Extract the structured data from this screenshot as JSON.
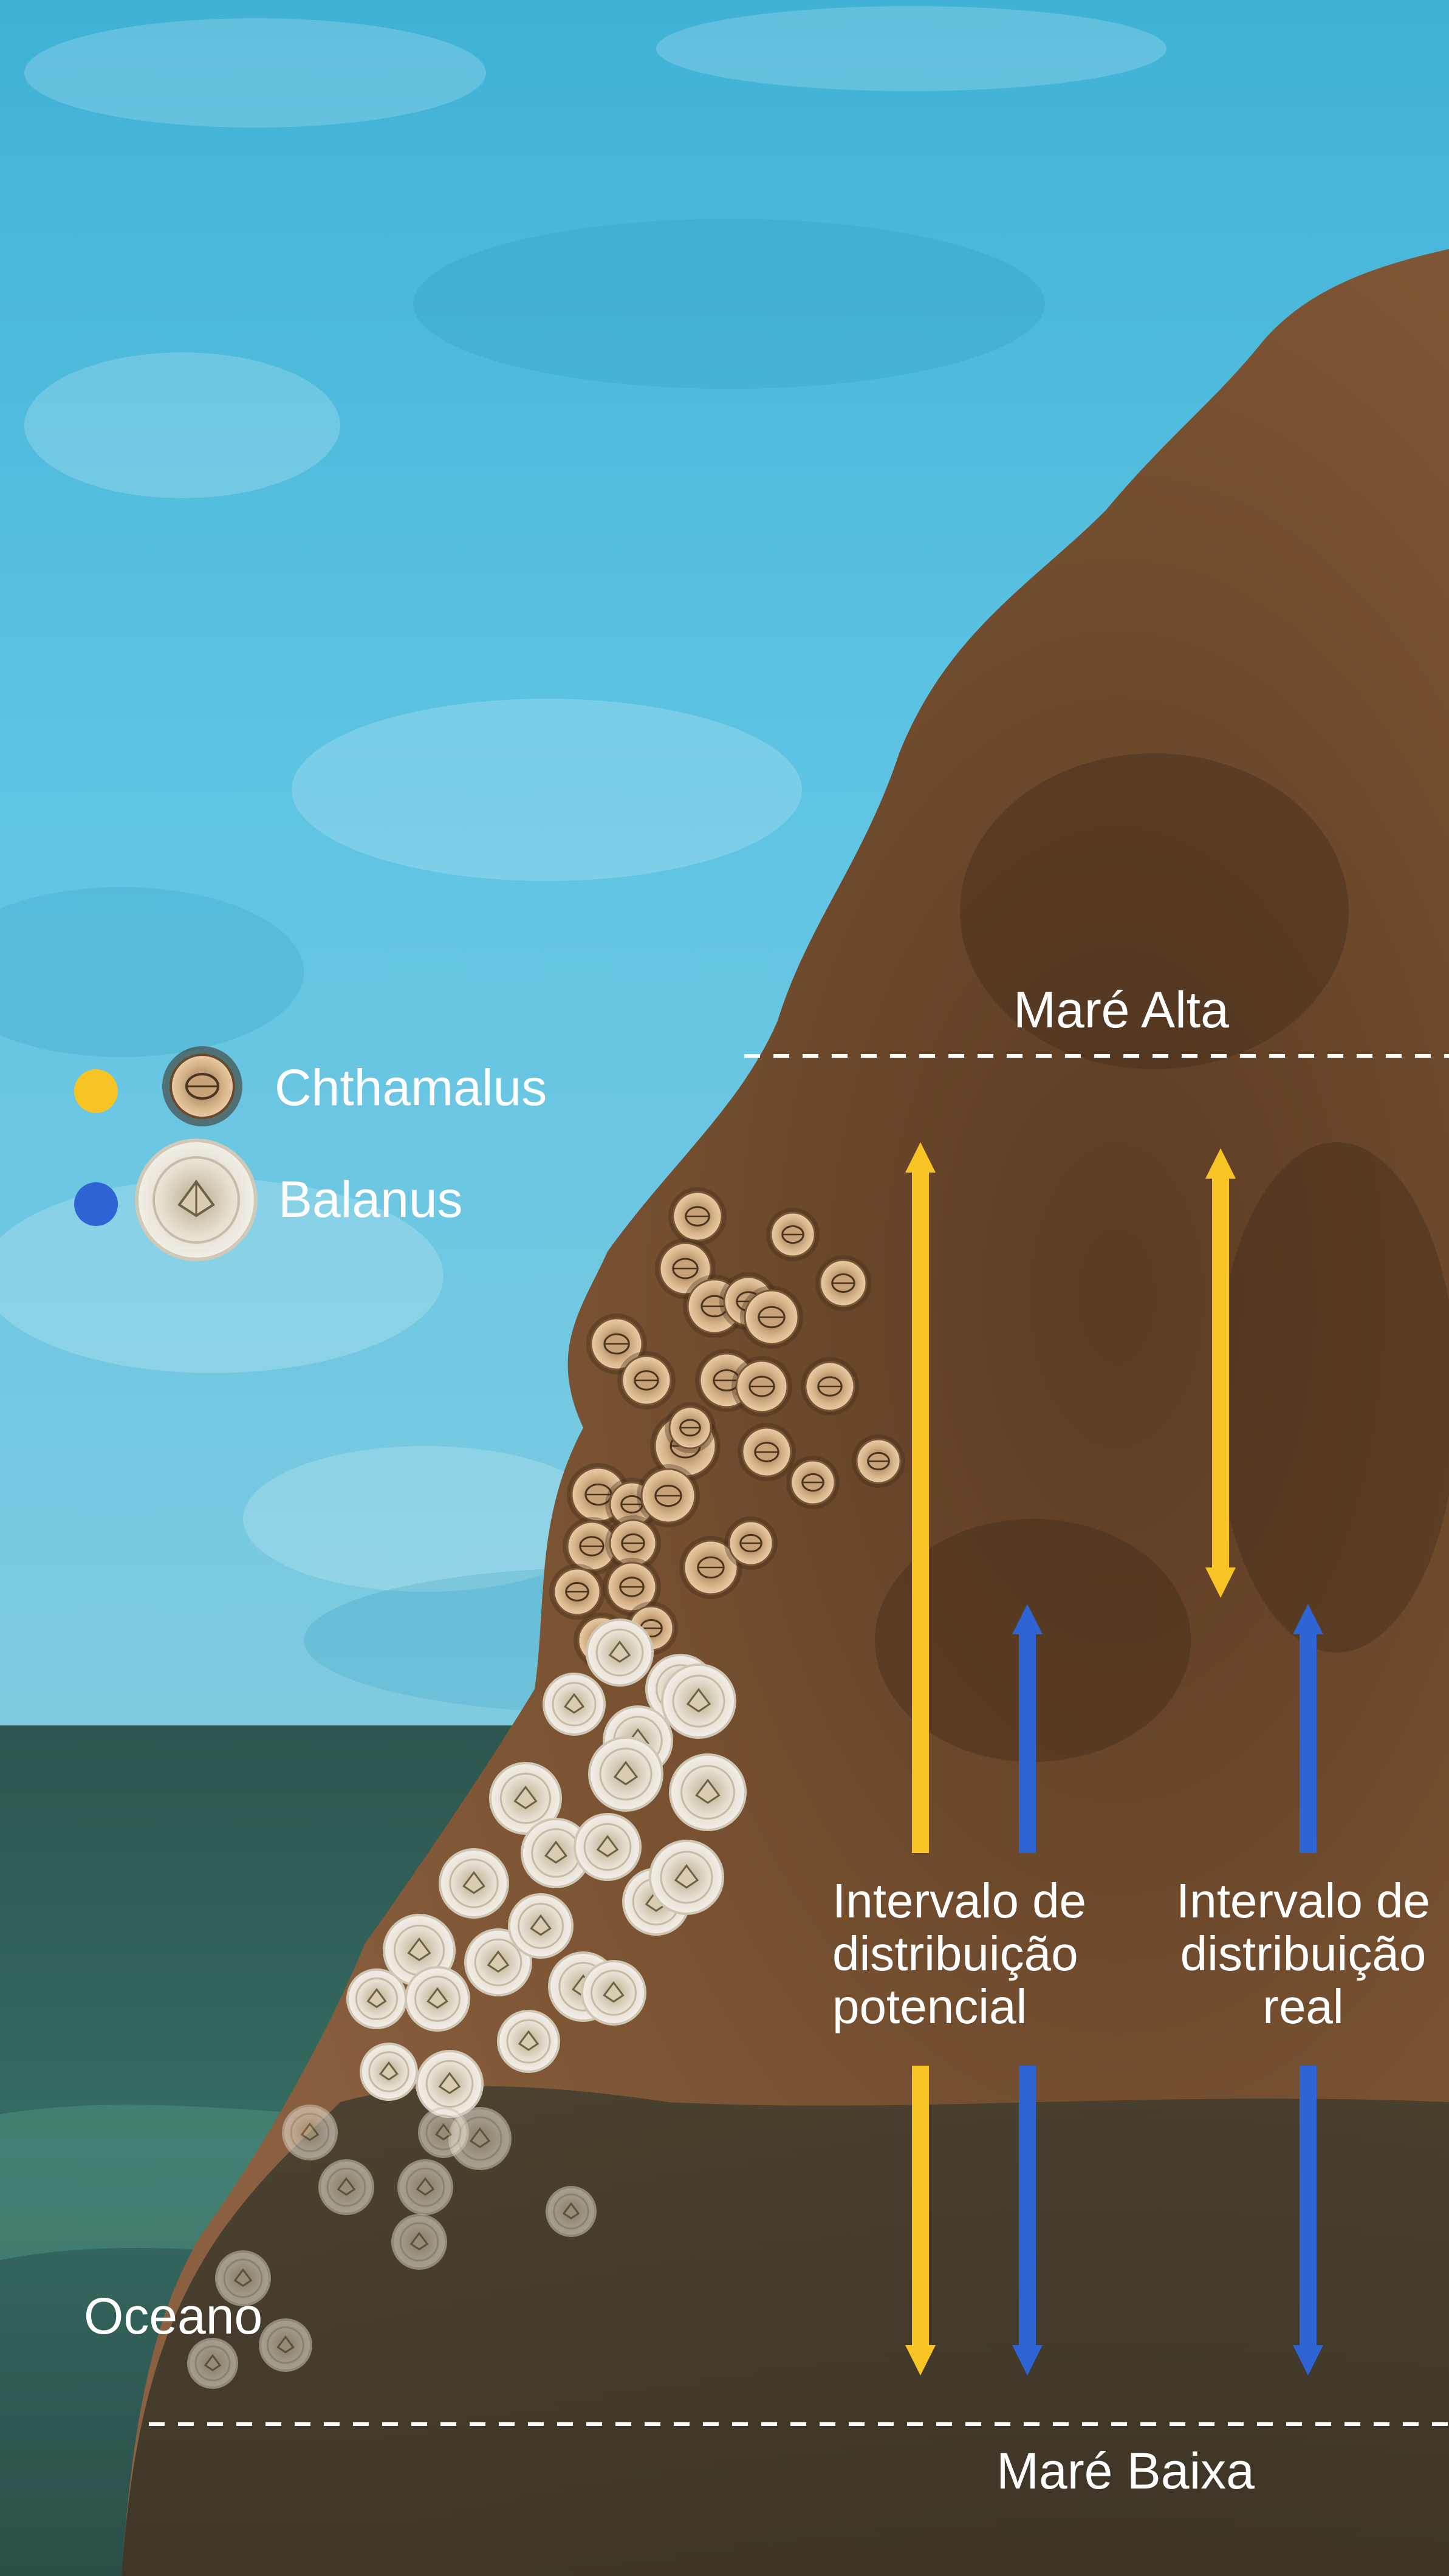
{
  "levels": {
    "high_tide": "Maré Alta",
    "low_tide": "Maré Baixa"
  },
  "ocean_label": "Oceano",
  "legend": [
    {
      "species": "Chthamalus",
      "color": "#f7c325",
      "icon": "small-brown-barnacle"
    },
    {
      "species": "Balanus",
      "color": "#2f64d4",
      "icon": "large-white-barnacle"
    }
  ],
  "ranges": {
    "potential": {
      "line1": "Intervalo de",
      "line2": "distribuição",
      "line3": "potencial"
    },
    "real": {
      "line1": "Intervalo de",
      "line2": "distribuição",
      "line3": "real"
    }
  },
  "colors": {
    "sky": "#4bb7d8",
    "ocean": "#2d5f55",
    "rock": "#7a5232",
    "chthamalus": "#f7c325",
    "balanus": "#2f64d4"
  }
}
